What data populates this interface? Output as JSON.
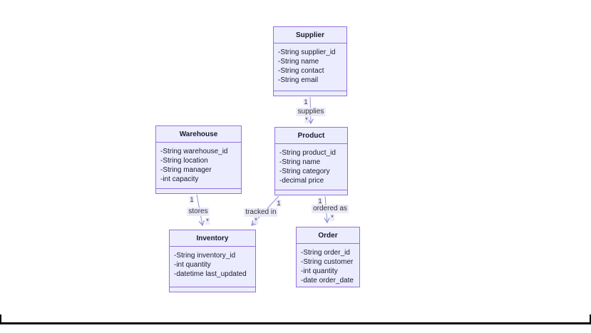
{
  "diagram": {
    "entities": [
      {
        "id": "supplier",
        "title": "Supplier",
        "attributes": [
          "-String supplier_id",
          "-String name",
          "-String contact",
          "-String email"
        ]
      },
      {
        "id": "warehouse",
        "title": "Warehouse",
        "attributes": [
          "-String warehouse_id",
          "-String location",
          "-String manager",
          "-int capacity"
        ]
      },
      {
        "id": "product",
        "title": "Product",
        "attributes": [
          "-String product_id",
          "-String name",
          "-String category",
          "-decimal price"
        ]
      },
      {
        "id": "inventory",
        "title": "Inventory",
        "attributes": [
          "-String inventory_id",
          "-int quantity",
          "-datetime last_updated"
        ]
      },
      {
        "id": "order",
        "title": "Order",
        "attributes": [
          "-String order_id",
          "-String customer",
          "-int quantity",
          "-date order_date"
        ]
      }
    ],
    "edges": [
      {
        "label": "supplies",
        "from": "Supplier",
        "to": "Product",
        "source_cardinality": "1",
        "target_cardinality": "*"
      },
      {
        "label": "stores",
        "from": "Warehouse",
        "to": "Inventory",
        "source_cardinality": "1",
        "target_cardinality": "*"
      },
      {
        "label": "tracked in",
        "from": "Product",
        "to": "Inventory",
        "source_cardinality": "1",
        "target_cardinality": "*"
      },
      {
        "label": "ordered as",
        "from": "Product",
        "to": "Order",
        "source_cardinality": "1",
        "target_cardinality": "*"
      }
    ],
    "colors": {
      "box_fill": "#ececff",
      "box_border": "#9370db",
      "edge_line": "#8b90dd",
      "text": "#1a1a2e",
      "label_background": "#e8e8f8"
    }
  }
}
